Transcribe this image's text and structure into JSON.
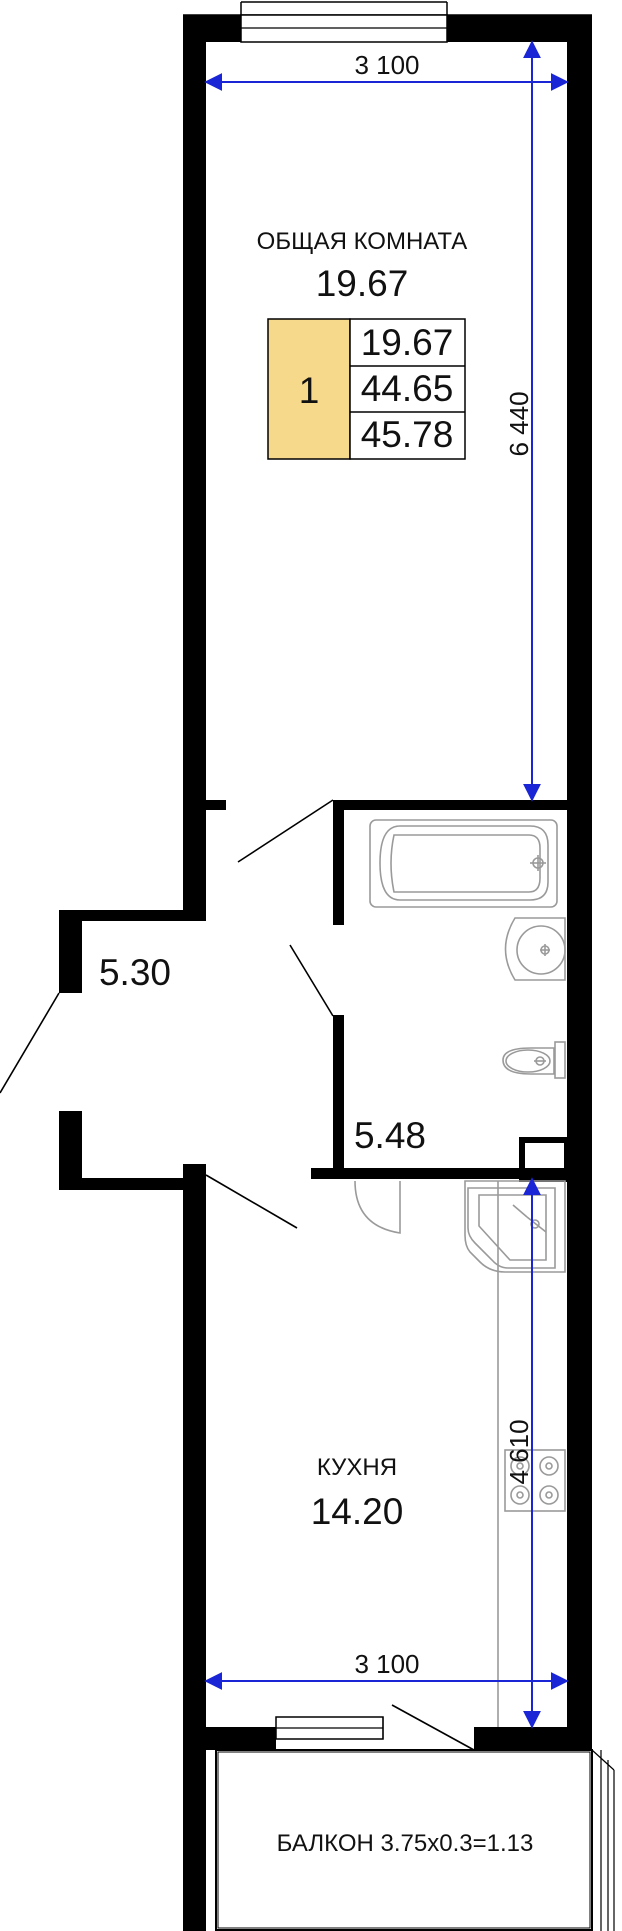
{
  "rooms": {
    "living": {
      "name": "ОБЩАЯ КОМНАТА",
      "area": "19.67"
    },
    "hall": {
      "area": "5.30"
    },
    "bathroom": {
      "area": "5.48"
    },
    "kitchen": {
      "name": "КУХНЯ",
      "area": "14.20"
    },
    "balcony": {
      "label": "БАЛКОН 3.75х0.3=1.13"
    }
  },
  "summary": {
    "rooms_count": "1",
    "living_area": "19.67",
    "total_area": "44.65",
    "total_with_balcony": "45.78",
    "badge_color": "#f6d98a"
  },
  "dimensions": {
    "top_width": "3 100",
    "living_length": "6 440",
    "kitchen_length": "4 610",
    "bottom_width": "3 100"
  },
  "colors": {
    "walls": "#000000",
    "dimension_lines": "#1a25d6",
    "fixtures": "#9a9a9a"
  }
}
